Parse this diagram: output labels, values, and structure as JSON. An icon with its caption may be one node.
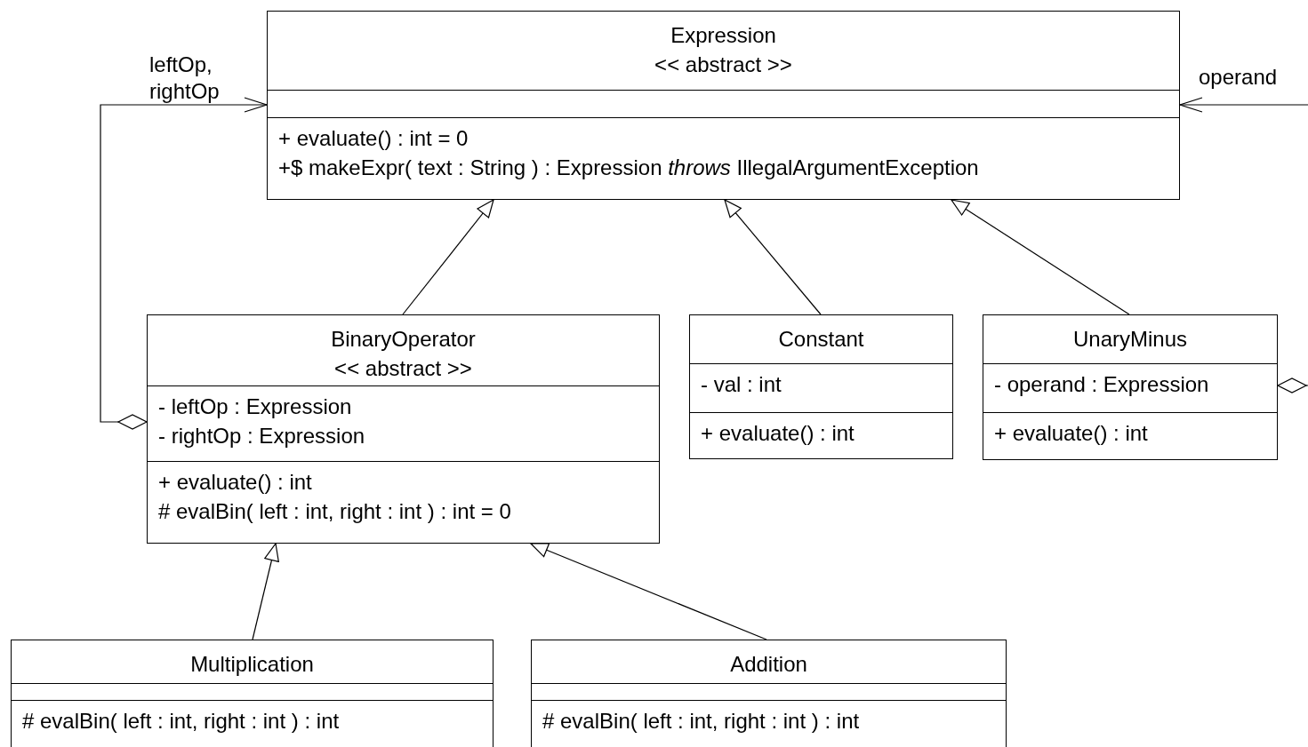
{
  "diagram": {
    "nodes": [
      {
        "text": [
          "Expression",
          "<< abstract >>",
          "+ evaluate() : int = 0",
          "+$ makeExpr( text : String ) : Expression *throws* IllegalArgumentException"
        ]
      },
      {
        "text": [
          "BinaryOperator",
          "<< abstract >>",
          "- leftOp : Expression",
          "- rightOp : Expression",
          "+ evaluate() : int",
          "# evalBin( left : int, right : int ) : int = 0"
        ]
      },
      {
        "text": [
          "Constant",
          "- val : int",
          "+ evaluate() : int"
        ]
      },
      {
        "text": [
          "UnaryMinus",
          "- operand : Expression",
          "+ evaluate() : int"
        ]
      },
      {
        "text": [
          "Multiplication",
          "# evalBin( left : int, right : int ) : int"
        ]
      },
      {
        "text": [
          "Addition",
          "# evalBin( left : int, right : int ) : int"
        ]
      }
    ],
    "edges": [
      {
        "from": 1,
        "to": 0,
        "arrow": "to"
      },
      {
        "from": 2,
        "to": 0,
        "arrow": "to"
      },
      {
        "from": 3,
        "to": 0,
        "arrow": "to"
      },
      {
        "from": 4,
        "to": 1,
        "arrow": "to"
      },
      {
        "from": 5,
        "to": 1,
        "arrow": "to"
      },
      {
        "from": 1,
        "to": 0,
        "arrow": "to",
        "label": "leftOp, rightOp"
      },
      {
        "from": 3,
        "to": 0,
        "arrow": "to",
        "label": "operand"
      }
    ]
  }
}
